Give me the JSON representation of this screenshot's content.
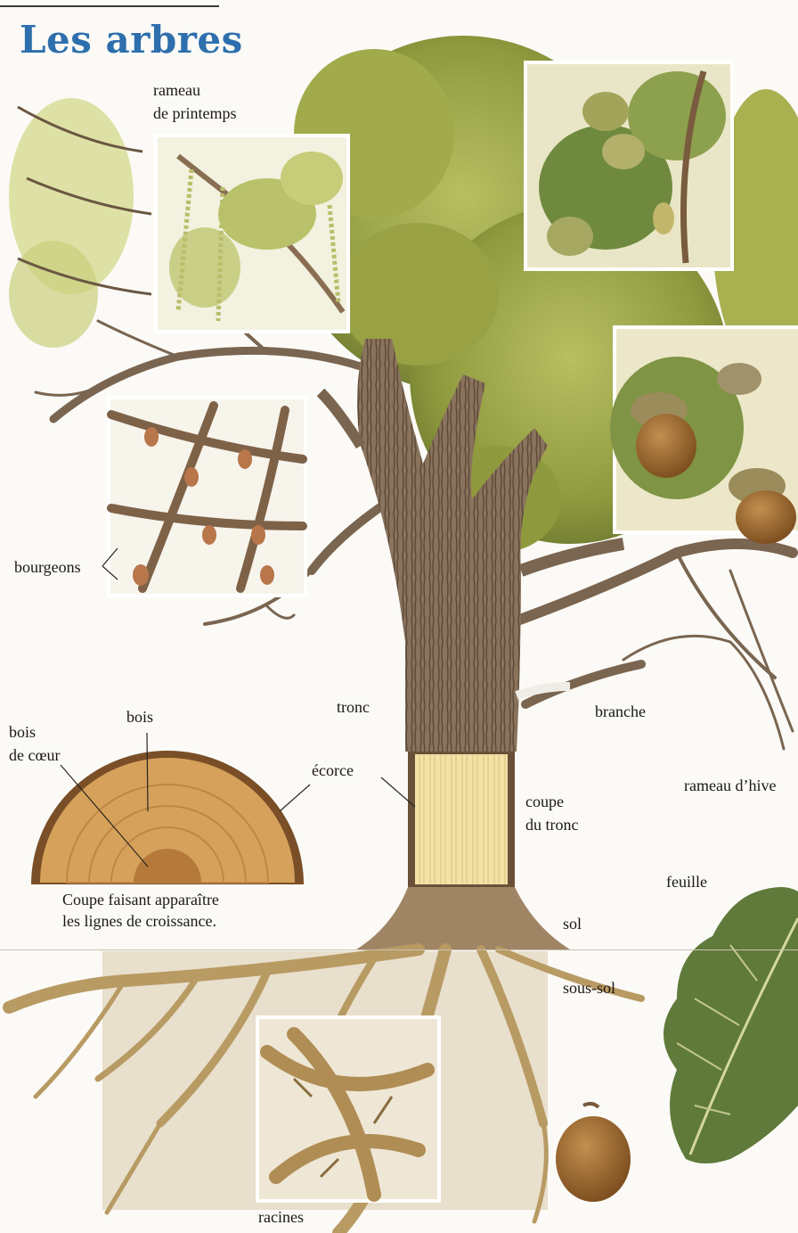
{
  "title": "Les arbres",
  "labels": {
    "rameau_printemps_1": "rameau",
    "rameau_printemps_2": "de printemps",
    "bourgeons": "bourgeons",
    "tronc": "tronc",
    "branche": "branche",
    "bois": "bois",
    "bois_de_coeur_1": "bois",
    "bois_de_coeur_2": "de cœur",
    "ecorce": "écorce",
    "coupe_du_tronc_1": "coupe",
    "coupe_du_tronc_2": "du tronc",
    "rameau_hiver": "rameau d’hive",
    "caption_1": "Coupe faisant apparaître",
    "caption_2": "les lignes de croissance.",
    "feuille": "feuille",
    "sol": "sol",
    "sous_sol": "sous-sol",
    "racines": "racines"
  },
  "colors": {
    "title": "#2e6fad",
    "foliage": "#9aa64a",
    "foliage_dark": "#6f7a2e",
    "bark": "#7a6550",
    "wood": "#d6a15a",
    "roots": "#b89a63",
    "leaf": "#5f7a3a",
    "acorn": "#9c6a2e"
  }
}
